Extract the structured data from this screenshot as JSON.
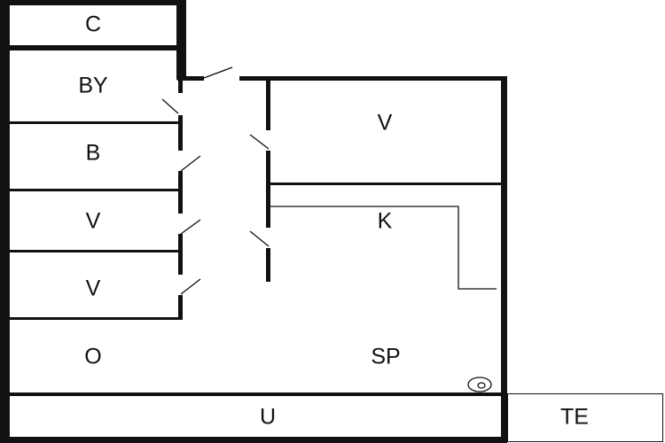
{
  "rooms": {
    "c": "C",
    "by": "BY",
    "b": "B",
    "v1": "V",
    "v2": "V",
    "v3": "V",
    "k": "K",
    "o": "O",
    "sp": "SP",
    "u": "U",
    "te": "TE"
  }
}
